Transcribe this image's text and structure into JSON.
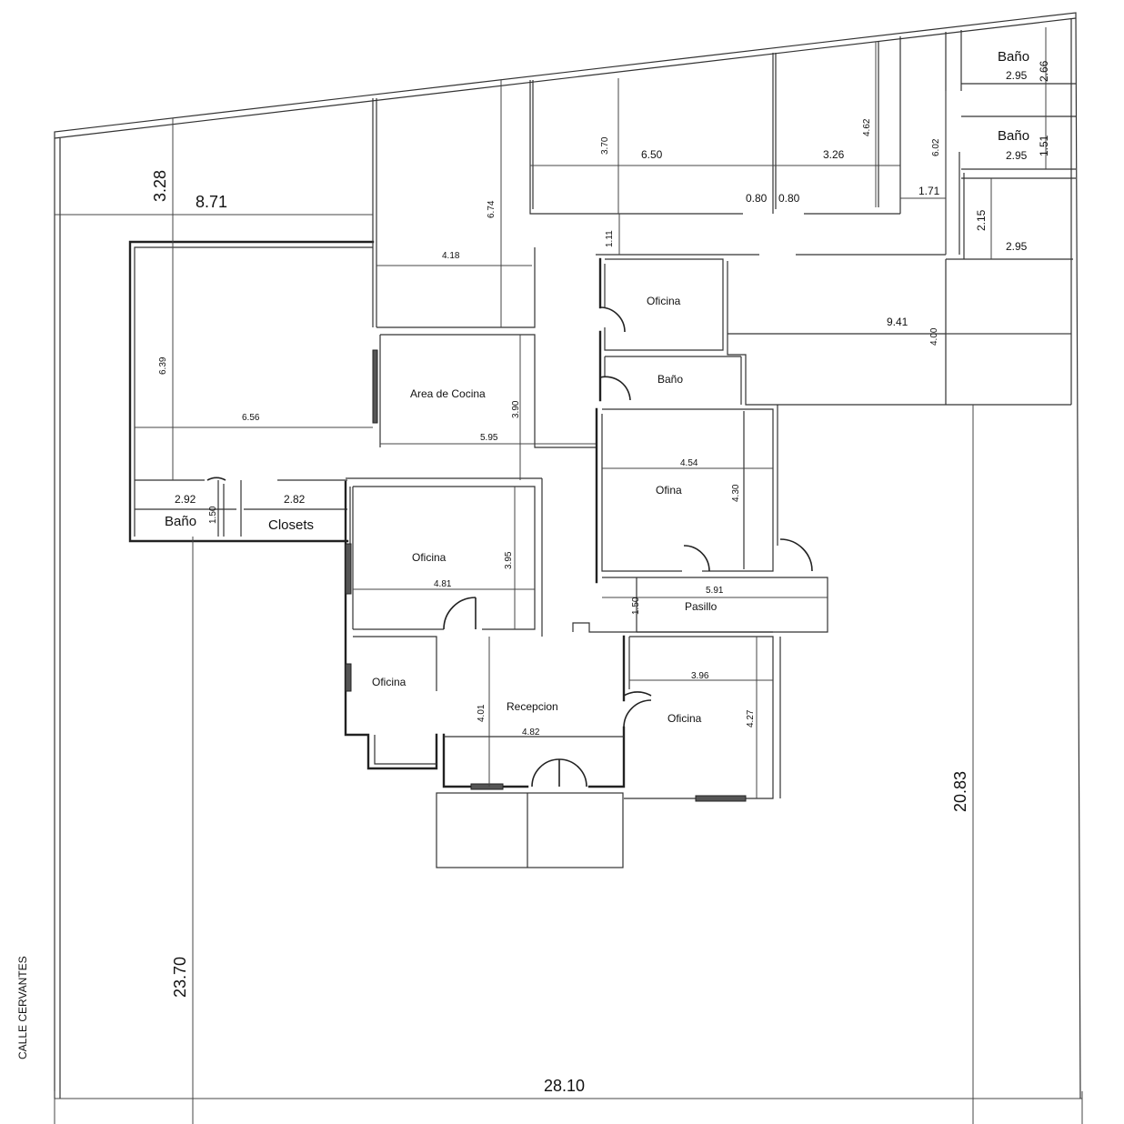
{
  "street": "CALLE CERVANTES",
  "rooms": {
    "bano_top1": "Baño",
    "bano_top2": "Baño",
    "oficina_ne": "Oficina",
    "bano_mid": "Baño",
    "cocina": "Area de Cocina",
    "ofina": "Ofina",
    "bano_w": "Baño",
    "closets": "Closets",
    "oficina_w": "Oficina",
    "pasillo": "Pasillo",
    "oficina_sw": "Oficina",
    "recepcion": "Recepcion",
    "oficina_se": "Oficina"
  },
  "dims": {
    "d328": "3.28",
    "d871": "8.71",
    "d674": "6.74",
    "d418": "4.18",
    "d370": "3.70",
    "d650": "6.50",
    "d326": "3.26",
    "d462": "4.62",
    "d602": "6.02",
    "d080a": "0.80",
    "d080b": "0.80",
    "d171": "1.71",
    "d295a": "2.95",
    "d266": "2.66",
    "d295b": "2.95",
    "d151": "1.51",
    "d215": "2.15",
    "d295c": "2.95",
    "d111": "1.11",
    "d941": "9.41",
    "d400": "4.00",
    "d639": "6.39",
    "d656": "6.56",
    "d390": "3.90",
    "d595": "5.95",
    "d454": "4.54",
    "d430": "4.30",
    "d292": "2.92",
    "d150a": "1.50",
    "d282": "2.82",
    "d395": "3.95",
    "d481": "4.81",
    "d591": "5.91",
    "d150b": "1.50",
    "d396": "3.96",
    "d427": "4.27",
    "d401": "4.01",
    "d482": "4.82",
    "d2083": "20.83",
    "d2370": "23.70",
    "d2810": "28.10"
  }
}
